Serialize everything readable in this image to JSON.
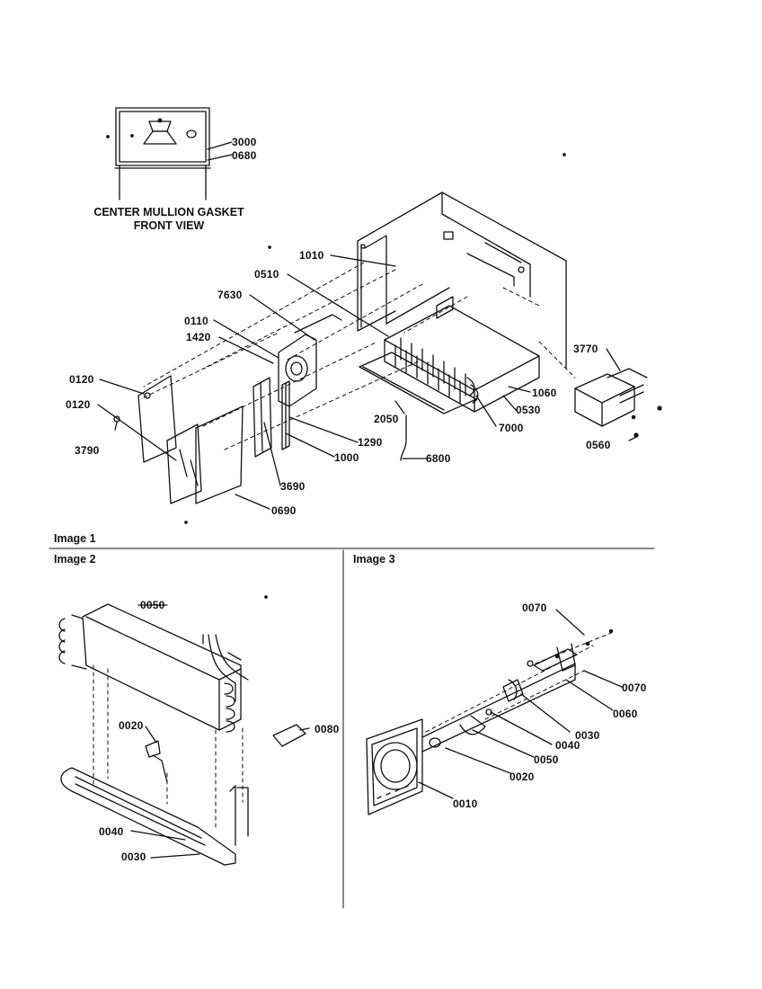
{
  "inset": {
    "title_line1": "CENTER MULLION GASKET",
    "title_line2": "FRONT VIEW",
    "callouts": [
      "3000",
      "0680"
    ]
  },
  "image1": {
    "label": "Image 1",
    "callouts": {
      "c1010": "1010",
      "c0510": "0510",
      "c7630": "7630",
      "c0110": "0110",
      "c1420": "1420",
      "c0120a": "0120",
      "c0120b": "0120",
      "c3790": "3790",
      "c3770": "3770",
      "c1060": "1060",
      "c0530": "0530",
      "c2050": "2050",
      "c7000": "7000",
      "c0560": "0560",
      "c1290": "1290",
      "c1000": "1000",
      "c6800": "6800",
      "c3690": "3690",
      "c0690": "0690"
    }
  },
  "image2": {
    "label": "Image 2",
    "callouts": {
      "c0050": "0050",
      "c0020": "0020",
      "c0080": "0080",
      "c0040": "0040",
      "c0030": "0030"
    }
  },
  "image3": {
    "label": "Image 3",
    "callouts": {
      "c0070a": "0070",
      "c0070b": "0070",
      "c0060": "0060",
      "c0030": "0030",
      "c0040": "0040",
      "c0050": "0050",
      "c0020": "0020",
      "c0010": "0010"
    }
  }
}
